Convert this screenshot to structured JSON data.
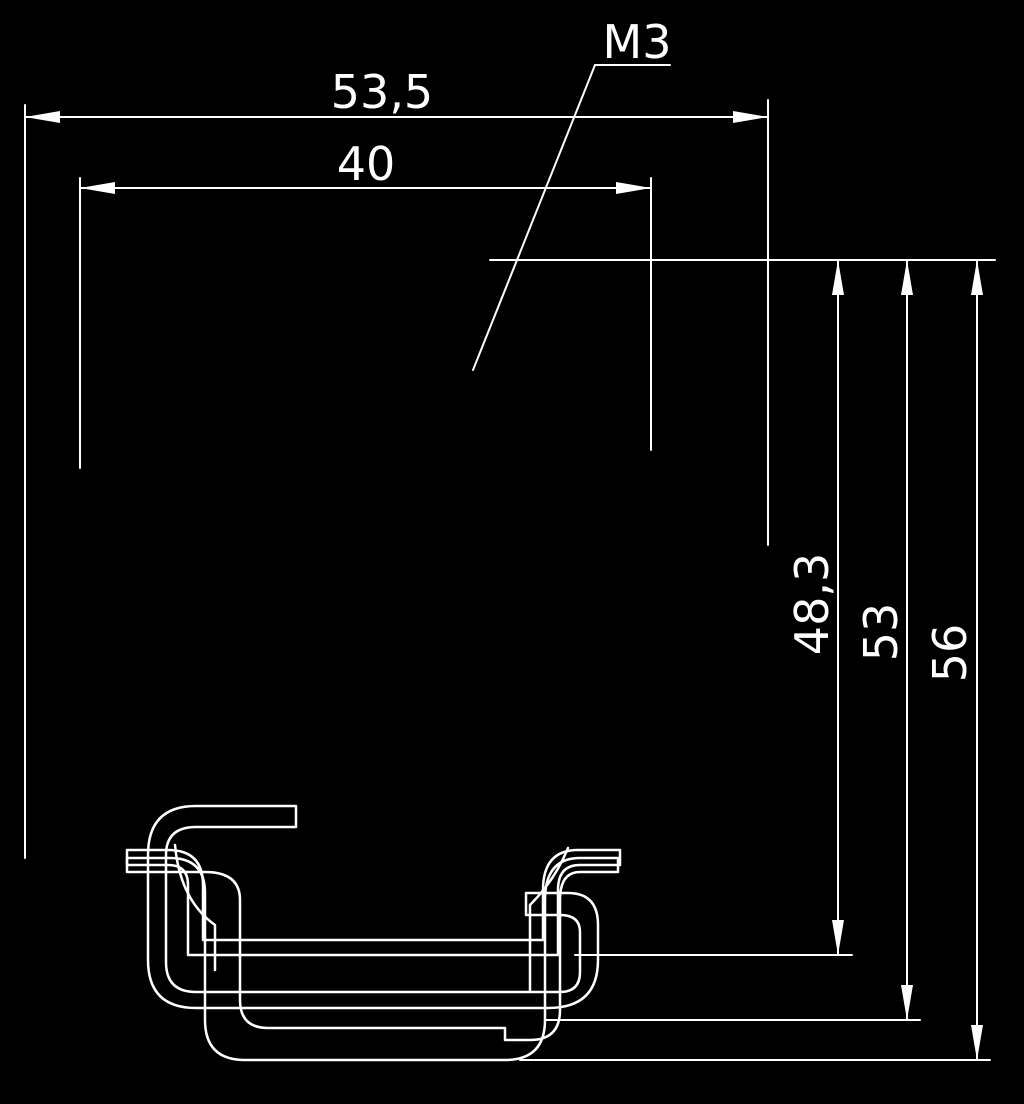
{
  "drawing": {
    "background_color": "#000000",
    "line_color": "#ffffff",
    "dimensions": {
      "overall_width": "53,5",
      "inner_width": "40",
      "height_inner": "48,3",
      "height_middle": "53",
      "height_outer": "56"
    },
    "callout": {
      "label": "M3"
    }
  }
}
